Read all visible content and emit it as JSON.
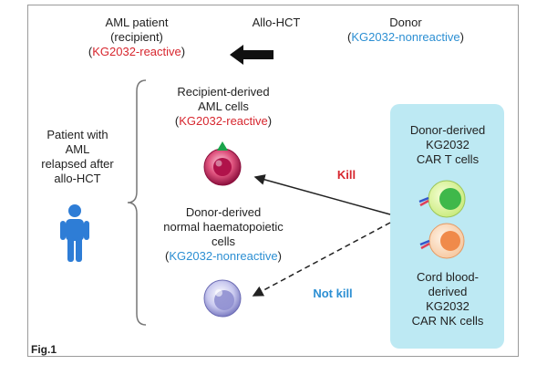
{
  "header": {
    "recipient_line1": "AML patient",
    "recipient_line2": "(recipient)",
    "recipient_line3_open": "(",
    "recipient_line3_status": "KG2032-reactive",
    "recipient_line3_close": ")",
    "transplant": "Allo-HCT",
    "donor_line1": "Donor",
    "donor_line2_open": "(",
    "donor_line2_status": "KG2032-nonreactive",
    "donor_line2_close": ")"
  },
  "patient": {
    "line1": "Patient with",
    "line2": "AML",
    "line3": "relapsed after",
    "line4": "allo-HCT",
    "icon": "person-icon"
  },
  "aml_cells": {
    "line1": "Recipient-derived",
    "line2": "AML cells",
    "line3_open": "(",
    "line3_status": "KG2032-reactive",
    "line3_close": ")"
  },
  "normal_cells": {
    "line1": "Donor-derived",
    "line2": "normal haematopoietic",
    "line3": "cells",
    "line4_open": "(",
    "line4_status": "KG2032-nonreactive",
    "line4_close": ")"
  },
  "car_t": {
    "line1": "Donor-derived",
    "line2": "KG2032",
    "line3": "CAR T cells"
  },
  "car_nk": {
    "line1": "Cord blood-",
    "line2": "derived",
    "line3": "KG2032",
    "line4": "CAR NK cells"
  },
  "edges": {
    "kill": "Kill",
    "not_kill": "Not kill"
  },
  "figure_label": "Fig.1",
  "colors": {
    "reactive": "#d7262e",
    "nonreactive": "#2c8fd3",
    "car_box": "#bde9f3",
    "person": "#2e7dd6",
    "aml_cell": "#c2185b",
    "normal_cell": "#8f8fd0",
    "car_t_cell": "#5cc95c",
    "car_nk_cell": "#f08a4a"
  }
}
